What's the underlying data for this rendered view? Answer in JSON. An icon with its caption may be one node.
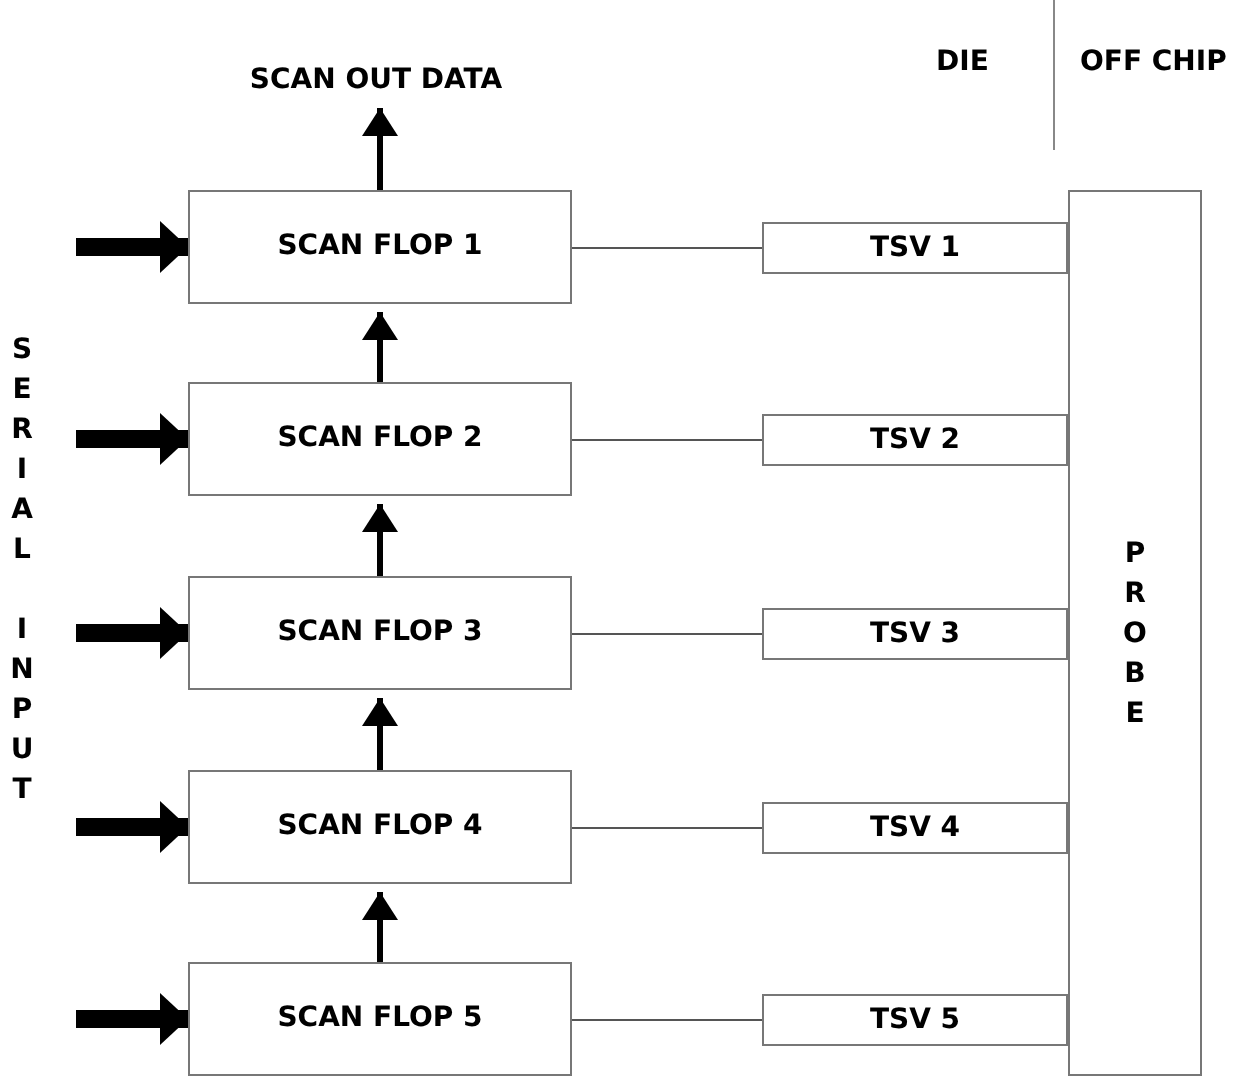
{
  "diagram": {
    "nodes": [
      {
        "text": [
          "SCAN FLOP 1"
        ]
      },
      {
        "text": [
          "SCAN FLOP 2"
        ]
      },
      {
        "text": [
          "SCAN FLOP 3"
        ]
      },
      {
        "text": [
          "SCAN FLOP 4"
        ]
      },
      {
        "text": [
          "SCAN FLOP 5"
        ]
      },
      {
        "text": [
          "TSV 1"
        ]
      },
      {
        "text": [
          "TSV 2"
        ]
      },
      {
        "text": [
          "TSV 3"
        ]
      },
      {
        "text": [
          "TSV 4"
        ]
      },
      {
        "text": [
          "TSV 5"
        ]
      },
      {
        "text": [
          "PROBE"
        ]
      },
      {
        "text": [
          "SCAN OUT DATA"
        ]
      }
    ],
    "edges": [
      {
        "from": null,
        "to": 0,
        "arrow": "to",
        "style": "thick"
      },
      {
        "from": null,
        "to": 1,
        "arrow": "to",
        "style": "thick"
      },
      {
        "from": null,
        "to": 2,
        "arrow": "to",
        "style": "thick"
      },
      {
        "from": null,
        "to": 3,
        "arrow": "to",
        "style": "thick"
      },
      {
        "from": null,
        "to": 4,
        "arrow": "to",
        "style": "thick"
      },
      {
        "from": 0,
        "to": 11,
        "arrow": "to"
      },
      {
        "from": 1,
        "to": 0,
        "arrow": "to"
      },
      {
        "from": 2,
        "to": 1,
        "arrow": "to"
      },
      {
        "from": 3,
        "to": 2,
        "arrow": "to"
      },
      {
        "from": 4,
        "to": 3,
        "arrow": "to"
      },
      {
        "from": 0,
        "to": 5,
        "arrow": "none"
      },
      {
        "from": 1,
        "to": 6,
        "arrow": "none"
      },
      {
        "from": 2,
        "to": 7,
        "arrow": "none"
      },
      {
        "from": 3,
        "to": 8,
        "arrow": "none"
      },
      {
        "from": 4,
        "to": 9,
        "arrow": "none"
      }
    ],
    "labels": [
      "DIE",
      "OFF CHIP",
      "SERIAL INPUT"
    ]
  }
}
